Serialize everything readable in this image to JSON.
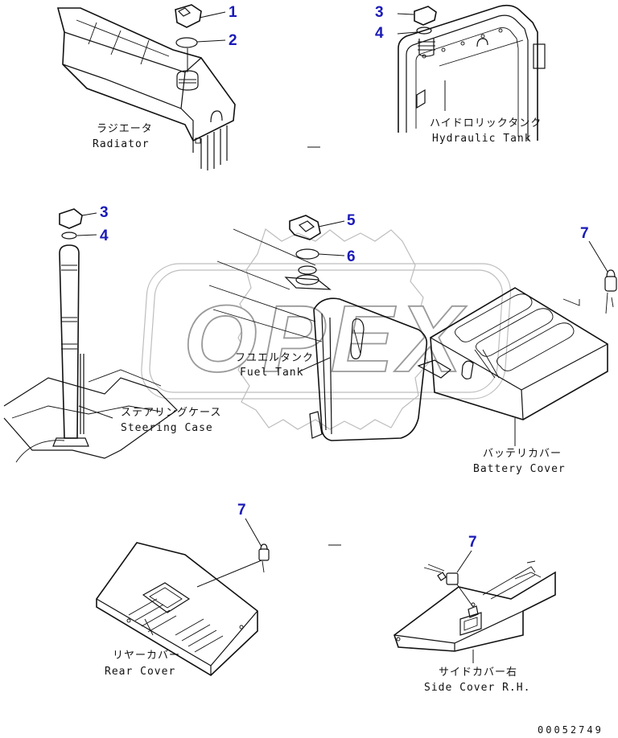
{
  "watermark": "OPEX",
  "parts": {
    "radiator": {
      "jp": "ラジエータ",
      "en": "Radiator"
    },
    "hydraulic_tank": {
      "jp": "ハイドロリックタンク",
      "en": "Hydraulic Tank"
    },
    "steering_case": {
      "jp": "ステアリングケース",
      "en": "Steering Case"
    },
    "fuel_tank": {
      "jp": "フユエルタンク",
      "en": "Fuel Tank"
    },
    "battery_cover": {
      "jp": "バッテリカバー",
      "en": "Battery Cover"
    },
    "rear_cover": {
      "jp": "リヤーカバー",
      "en": "Rear Cover"
    },
    "side_cover": {
      "jp": "サイドカバー右",
      "en": "Side Cover R.H."
    }
  },
  "callouts": {
    "c1": "1",
    "c2": "2",
    "c3a": "3",
    "c4a": "4",
    "c3b": "3",
    "c4b": "4",
    "c5": "5",
    "c6": "6",
    "c7a": "7",
    "c7b": "7",
    "c7c": "7"
  },
  "doc_number": "00052749",
  "colors": {
    "callout": "#1a1ab8",
    "line": "#111111",
    "watermark": "#9a9a9a"
  }
}
